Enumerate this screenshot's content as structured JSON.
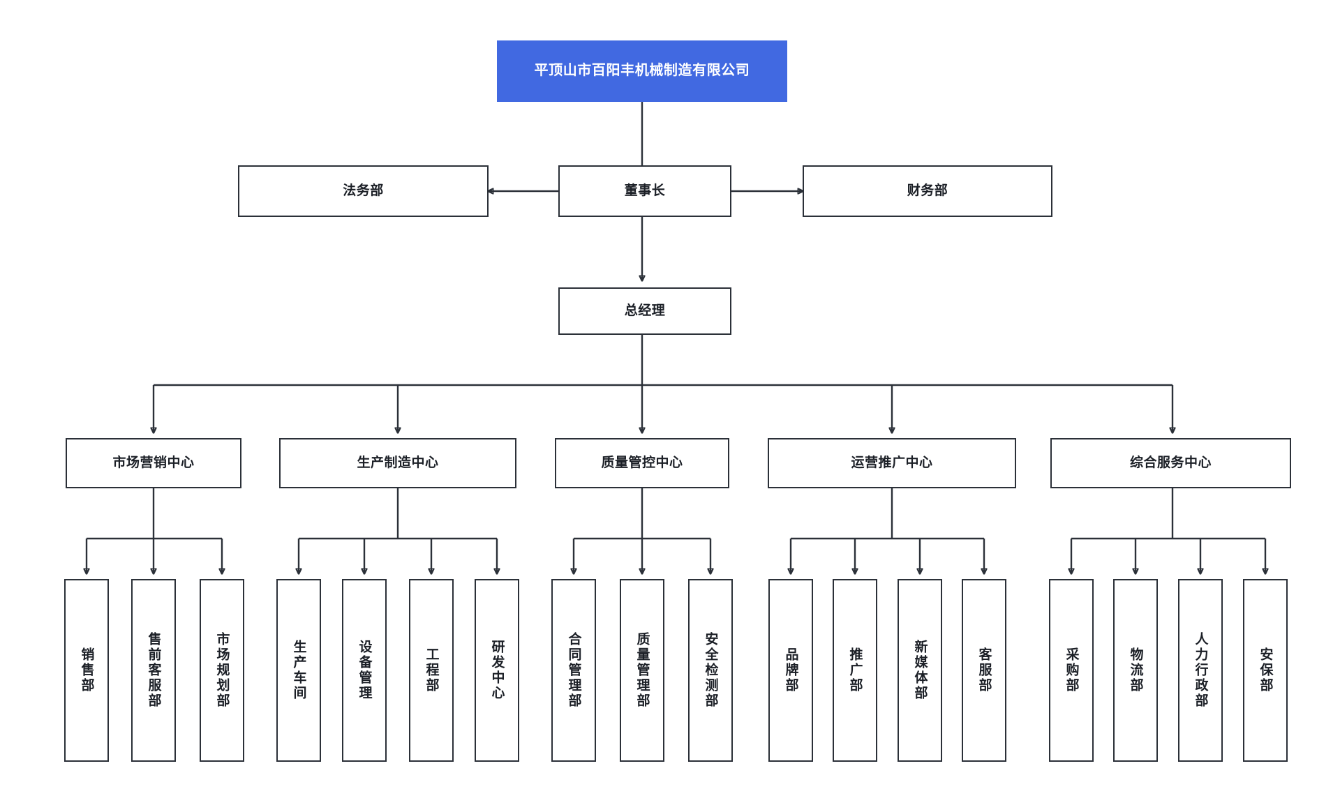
{
  "diagram": {
    "title": "平顶山市百阳丰机械制造有限公司",
    "type": "organization-chart",
    "colors": {
      "root_fill": "#4169e1",
      "root_text": "#ffffff",
      "node_stroke": "#2b3038",
      "node_fill": "#ffffff",
      "connector": "#2b3038",
      "background": "#ffffff"
    }
  },
  "root": {
    "label": "平顶山市百阳丰机械制造有限公司"
  },
  "level1": {
    "chairman": {
      "label": "董事长"
    },
    "legal": {
      "label": "法务部"
    },
    "finance": {
      "label": "财务部"
    }
  },
  "level2": {
    "general_manager": {
      "label": "总经理"
    }
  },
  "centers": [
    {
      "id": "marketing-center",
      "label": "市场营销中心",
      "departments": [
        {
          "id": "sales-dept",
          "label": "销售部"
        },
        {
          "id": "presales-service-dept",
          "label": "售前客服部"
        },
        {
          "id": "market-planning-dept",
          "label": "市场规划部"
        }
      ]
    },
    {
      "id": "manufacturing-center",
      "label": "生产制造中心",
      "departments": [
        {
          "id": "production-workshop",
          "label": "生产车间"
        },
        {
          "id": "equipment-management",
          "label": "设备管理"
        },
        {
          "id": "engineering-dept",
          "label": "工程部"
        },
        {
          "id": "rd-center",
          "label": "研发中心"
        }
      ]
    },
    {
      "id": "quality-control-center",
      "label": "质量管控中心",
      "departments": [
        {
          "id": "contract-management-dept",
          "label": "合同管理部"
        },
        {
          "id": "quality-management-dept",
          "label": "质量管理部"
        },
        {
          "id": "safety-inspection-dept",
          "label": "安全检测部"
        }
      ]
    },
    {
      "id": "operations-promotion-center",
      "label": "运营推广中心",
      "departments": [
        {
          "id": "brand-dept",
          "label": "品牌部"
        },
        {
          "id": "promotion-dept",
          "label": "推广部"
        },
        {
          "id": "new-media-dept",
          "label": "新媒体部"
        },
        {
          "id": "customer-service-dept",
          "label": "客服部"
        }
      ]
    },
    {
      "id": "general-service-center",
      "label": "综合服务中心",
      "departments": [
        {
          "id": "procurement-dept",
          "label": "采购部"
        },
        {
          "id": "logistics-dept",
          "label": "物流部"
        },
        {
          "id": "hr-admin-dept",
          "label": "人力行政部"
        },
        {
          "id": "security-dept",
          "label": "安保部"
        }
      ]
    }
  ]
}
